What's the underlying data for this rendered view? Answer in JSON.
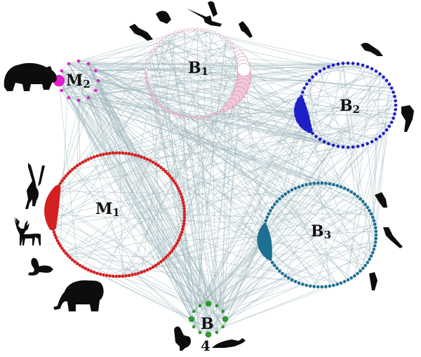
{
  "colors": {
    "edge": "#9fb7bd",
    "B1": "#f4c8dc",
    "B2": "#1f1fc8",
    "B3": "#1d6f93",
    "M1": "#d42020",
    "M2": "#e020c8",
    "B4": "#2e9a2e"
  },
  "modules": [
    {
      "id": "B1",
      "text": "B",
      "sub": "1",
      "nodes": 70,
      "color_key": "B1"
    },
    {
      "id": "B2",
      "text": "B",
      "sub": "2",
      "nodes": 60,
      "color_key": "B2"
    },
    {
      "id": "M1",
      "text": "M",
      "sub": "1",
      "nodes": 130,
      "color_key": "M1"
    },
    {
      "id": "B3",
      "text": "B",
      "sub": "3",
      "nodes": 90,
      "color_key": "B3"
    },
    {
      "id": "M2",
      "text": "M",
      "sub": "2",
      "nodes": 12,
      "color_key": "M2"
    },
    {
      "id": "B4",
      "text": "B",
      "sub": "4",
      "nodes": 12,
      "color_key": "B4"
    }
  ],
  "icons": [
    "bear-icon",
    "gibbon-icon",
    "deer-icon",
    "squirrel-icon",
    "elephant-icon",
    "bird-icon",
    "hornbill-icon",
    "rooster-icon",
    "pheasant-icon"
  ]
}
